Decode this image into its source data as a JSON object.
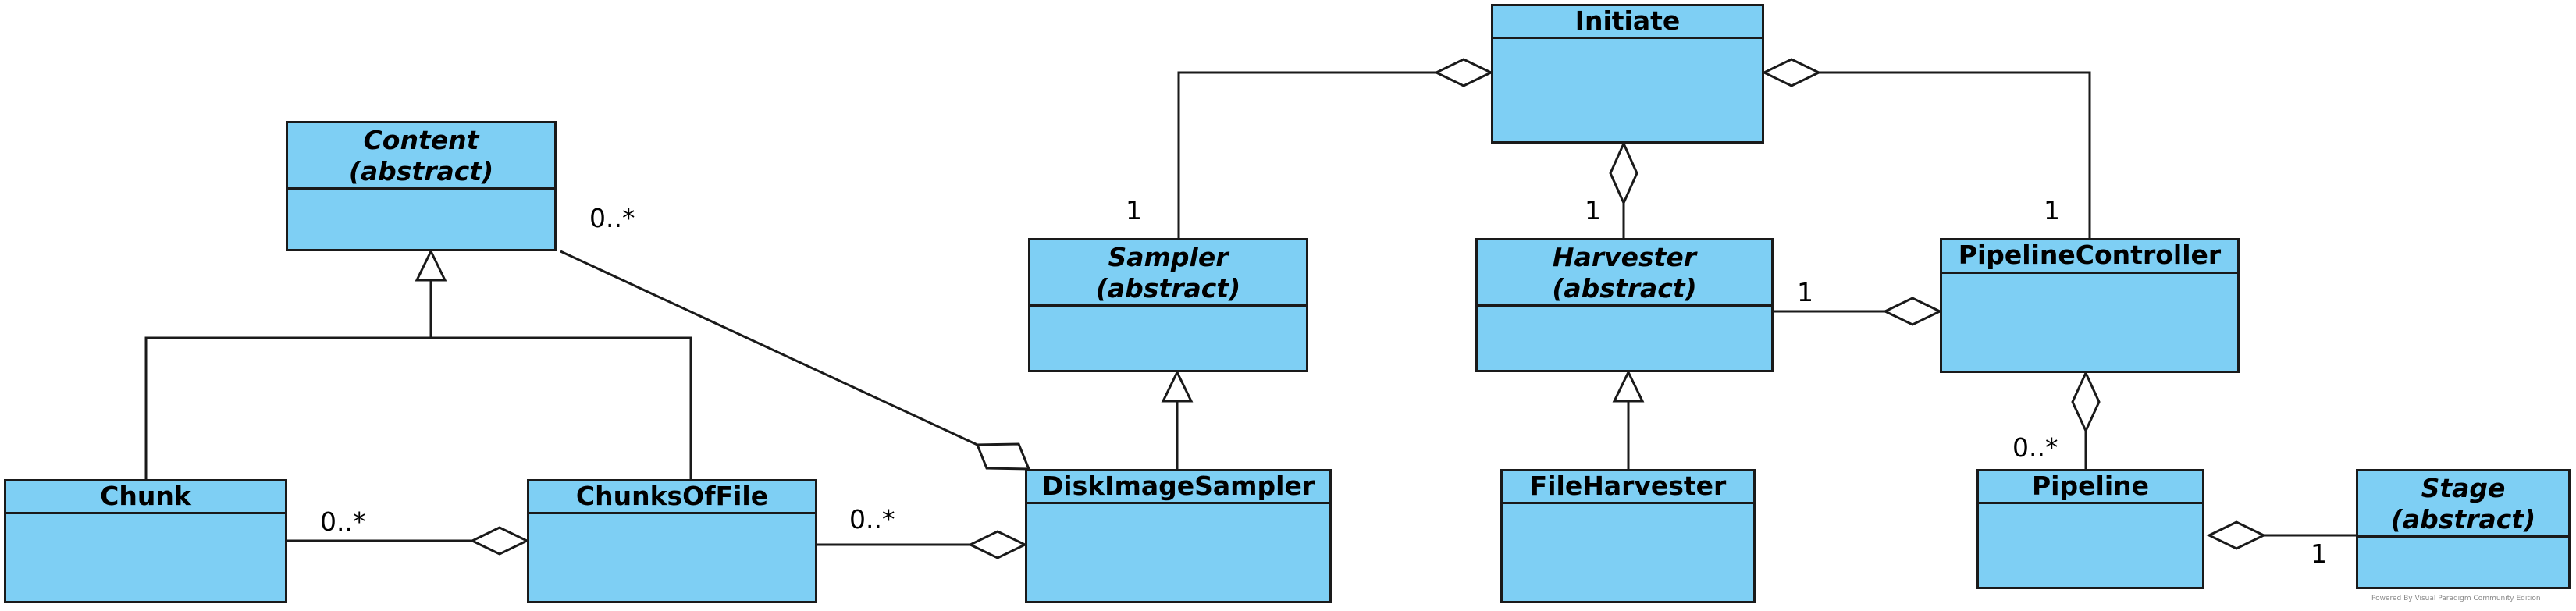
{
  "classes": {
    "initiate": {
      "name": "Initiate"
    },
    "content": {
      "name": "Content",
      "stereotype": "(abstract)"
    },
    "sampler": {
      "name": "Sampler",
      "stereotype": "(abstract)"
    },
    "harvester": {
      "name": "Harvester",
      "stereotype": "(abstract)"
    },
    "pipeline_controller": {
      "name": "PipelineController"
    },
    "chunk": {
      "name": "Chunk"
    },
    "chunks_of_file": {
      "name": "ChunksOfFile"
    },
    "disk_image_sampler": {
      "name": "DiskImageSampler"
    },
    "file_harvester": {
      "name": "FileHarvester"
    },
    "pipeline": {
      "name": "Pipeline"
    },
    "stage": {
      "name": "Stage",
      "stereotype": "(abstract)"
    }
  },
  "multiplicities": {
    "initiate_sampler": "1",
    "initiate_harvester": "1",
    "initiate_pipeline_controller": "1",
    "content_disk_image_sampler": "0..*",
    "harvester_pipeline_controller": "1",
    "chunk_chunks_of_file": "0..*",
    "chunks_of_file_disk_image_sampler": "0..*",
    "pipeline_controller_pipeline": "0..*",
    "pipeline_stage": "1"
  },
  "footer": {
    "credit": "Powered By Visual Paradigm Community Edition"
  },
  "colors": {
    "class_fill": "#7ecff4",
    "line": "#1a1a1a"
  }
}
